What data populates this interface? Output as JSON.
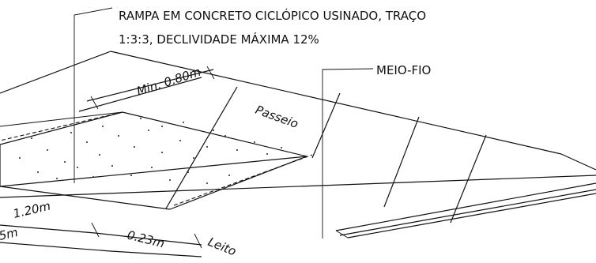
{
  "annotations": {
    "ramp_line1": "RAMPA EM CONCRETO CICLÓPICO USINADO, TRAÇO",
    "ramp_line2": "1:3:3, DECLIVIDADE MÁXIMA 12%",
    "curb": "MEIO-FIO"
  },
  "dimensions": {
    "min_width": "Min. 0.80m",
    "width_120": "1.20m",
    "partial_5m": "5m",
    "curb_width": "0.23m"
  },
  "areas": {
    "sidewalk": "Passeio",
    "roadbed": "Leito"
  }
}
